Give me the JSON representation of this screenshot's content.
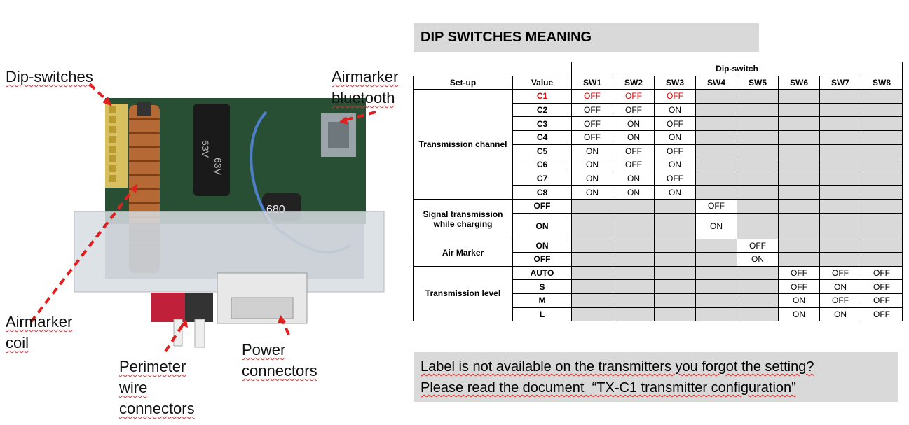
{
  "callouts": {
    "dip_switches": "Dip-switches",
    "airmarker_bluetooth_1": "Airmarker",
    "airmarker_bluetooth_2": "bluetooth",
    "airmarker_coil_1": "Airmarker",
    "airmarker_coil_2": "coil",
    "perimeter_1": "Perimeter",
    "perimeter_2": "wire",
    "perimeter_3": "connectors",
    "power_1": "Power",
    "power_2": "connectors"
  },
  "board_marks": {
    "cap_text_1": "63V",
    "cap_text_2": "63V",
    "inductor_text": "680"
  },
  "colors": {
    "arrow": "#e02020",
    "gray_cell": "#d9d9d9",
    "red_text": "#e00000",
    "pcb": "#2f5a3a"
  },
  "title": "DIP SWITCHES MEANING",
  "table": {
    "dip_header": "Dip-switch",
    "col_setup": "Set-up",
    "col_value": "Value",
    "sw_headers": [
      "SW1",
      "SW2",
      "SW3",
      "SW4",
      "SW5",
      "SW6",
      "SW7",
      "SW8"
    ],
    "groups": {
      "transmission_channel": "Transmission channel",
      "signal_charging_1": "Signal transmission",
      "signal_charging_2": "while charging",
      "air_marker": "Air Marker",
      "transmission_level": "Transmission level"
    },
    "rows": [
      {
        "value": "C1",
        "cells": [
          "OFF",
          "OFF",
          "OFF",
          "",
          "",
          "",
          "",
          ""
        ]
      },
      {
        "value": "C2",
        "cells": [
          "OFF",
          "OFF",
          "ON",
          "",
          "",
          "",
          "",
          ""
        ]
      },
      {
        "value": "C3",
        "cells": [
          "OFF",
          "ON",
          "OFF",
          "",
          "",
          "",
          "",
          ""
        ]
      },
      {
        "value": "C4",
        "cells": [
          "OFF",
          "ON",
          "ON",
          "",
          "",
          "",
          "",
          ""
        ]
      },
      {
        "value": "C5",
        "cells": [
          "ON",
          "OFF",
          "OFF",
          "",
          "",
          "",
          "",
          ""
        ]
      },
      {
        "value": "C6",
        "cells": [
          "ON",
          "OFF",
          "ON",
          "",
          "",
          "",
          "",
          ""
        ]
      },
      {
        "value": "C7",
        "cells": [
          "ON",
          "ON",
          "OFF",
          "",
          "",
          "",
          "",
          ""
        ]
      },
      {
        "value": "C8",
        "cells": [
          "ON",
          "ON",
          "ON",
          "",
          "",
          "",
          "",
          ""
        ]
      },
      {
        "value": "OFF",
        "cells": [
          "",
          "",
          "",
          "OFF",
          "",
          "",
          "",
          ""
        ]
      },
      {
        "value": "ON",
        "cells": [
          "",
          "",
          "",
          "ON",
          "",
          "",
          "",
          ""
        ]
      },
      {
        "value": "ON",
        "cells": [
          "",
          "",
          "",
          "",
          "OFF",
          "",
          "",
          ""
        ]
      },
      {
        "value": "OFF",
        "cells": [
          "",
          "",
          "",
          "",
          "ON",
          "",
          "",
          ""
        ]
      },
      {
        "value": "AUTO",
        "cells": [
          "",
          "",
          "",
          "",
          "",
          "OFF",
          "OFF",
          "OFF"
        ]
      },
      {
        "value": "S",
        "cells": [
          "",
          "",
          "",
          "",
          "",
          "OFF",
          "ON",
          "OFF"
        ]
      },
      {
        "value": "M",
        "cells": [
          "",
          "",
          "",
          "",
          "",
          "ON",
          "OFF",
          "OFF"
        ]
      },
      {
        "value": "L",
        "cells": [
          "",
          "",
          "",
          "",
          "",
          "ON",
          "ON",
          "OFF"
        ]
      }
    ]
  },
  "note": {
    "line1": "Label is not available on the transmitters you forgot the setting?",
    "line2": "Please read the document  “TX-C1 transmitter configuration”"
  }
}
